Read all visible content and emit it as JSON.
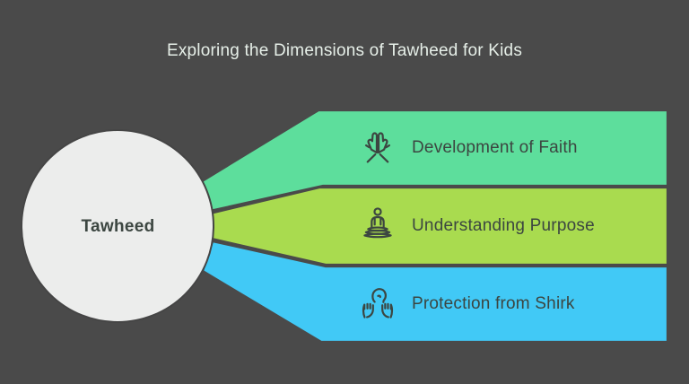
{
  "title": "Exploring the Dimensions of Tawheed for Kids",
  "center_circle": {
    "label": "Tawheed"
  },
  "bands": [
    {
      "label": "Development of Faith",
      "icon": "praying-hands-icon",
      "fill": "#5DDE9C"
    },
    {
      "label": "Understanding Purpose",
      "icon": "meditation-icon",
      "fill": "#A9DB4F"
    },
    {
      "label": "Protection from Shirk",
      "icon": "protecting-hands-icon",
      "fill": "#41C9F6"
    }
  ],
  "colors": {
    "background": "#4A4A4A",
    "circle_fill": "#ECEDEC",
    "outline": "#4A4A4A",
    "band_text": "#3C4641",
    "title_text": "#E6EFE8"
  }
}
